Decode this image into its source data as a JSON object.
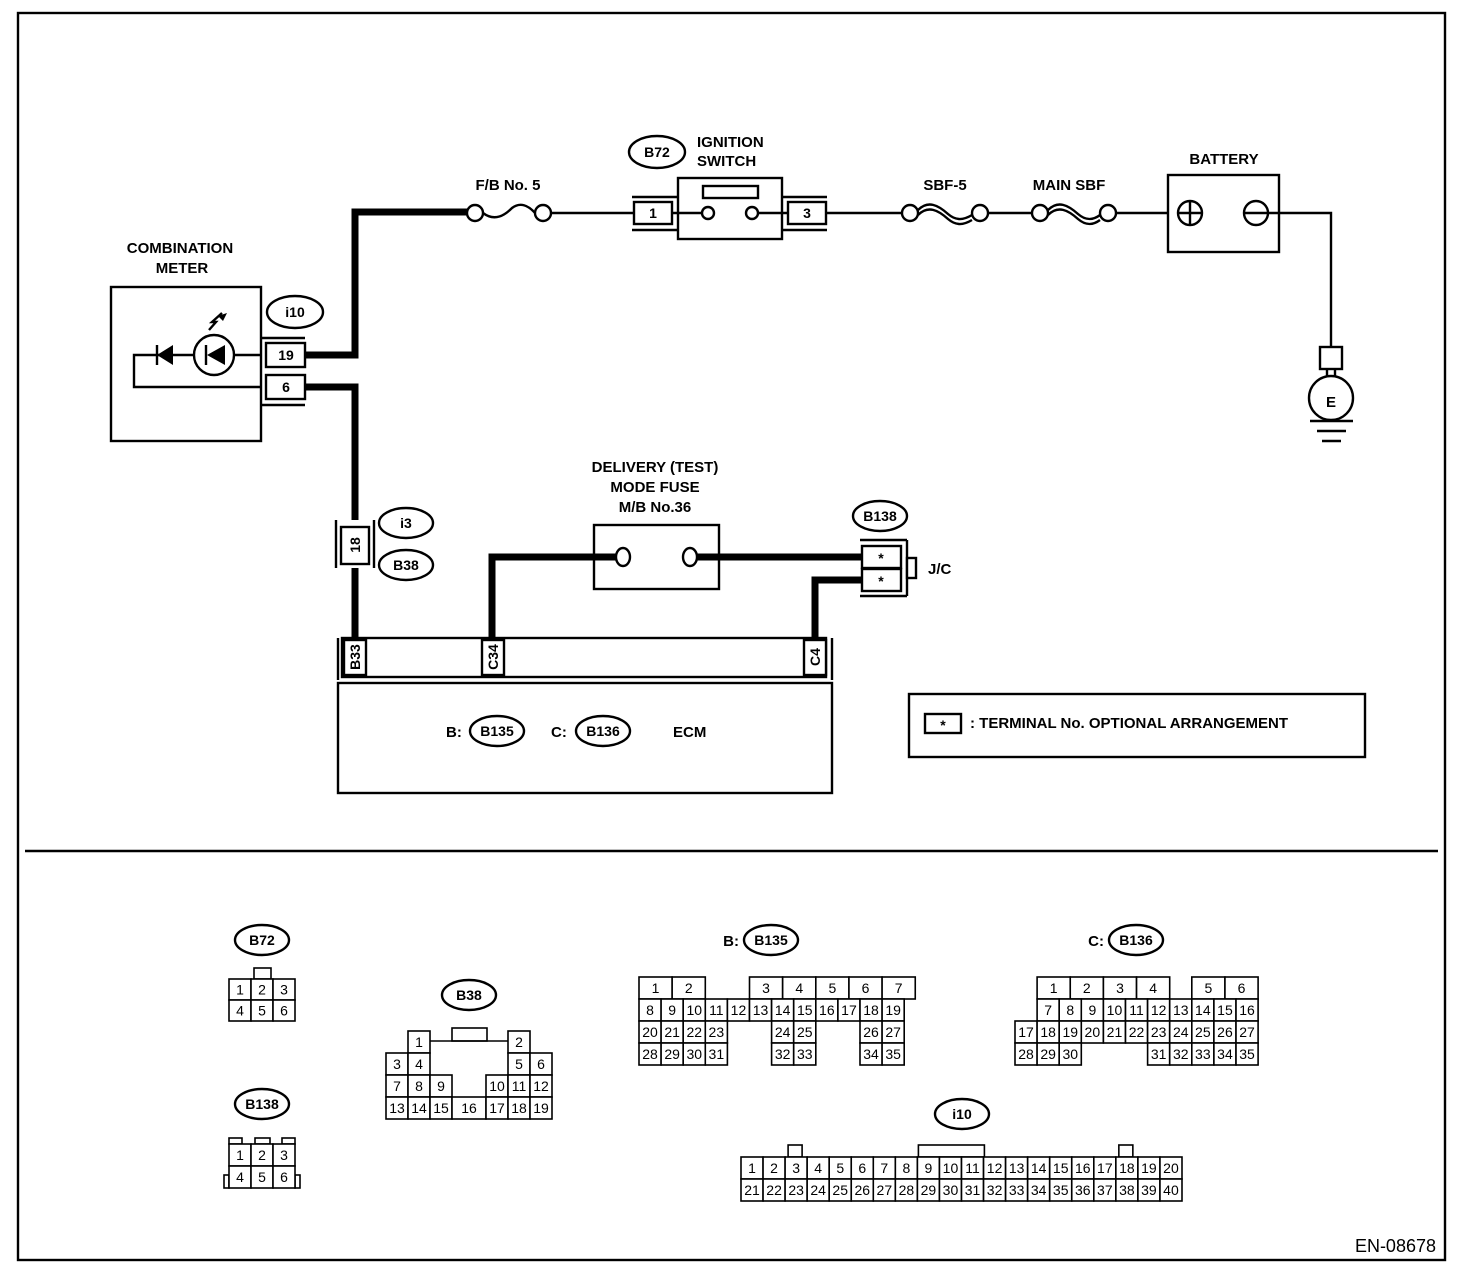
{
  "figure_id": "EN-08678",
  "components": {
    "combination_meter": {
      "label_line1": "COMBINATION",
      "label_line2": "METER",
      "connector": "i10",
      "pins": [
        "19",
        "6"
      ]
    },
    "fuse_fb5": {
      "label": "F/B No. 5"
    },
    "ignition_switch": {
      "connector": "B72",
      "label_line1": "IGNITION",
      "label_line2": "SWITCH",
      "pins": [
        "1",
        "3"
      ]
    },
    "sbf5": {
      "label": "SBF-5"
    },
    "main_sbf": {
      "label": "MAIN SBF"
    },
    "battery": {
      "label": "BATTERY",
      "pos_symbol": "+",
      "neg_symbol": "−"
    },
    "ground": {
      "label": "E"
    },
    "junction_i3": {
      "connector_top": "i3",
      "connector_bottom": "B38",
      "pin": "18"
    },
    "delivery_fuse": {
      "label_line1": "DELIVERY (TEST)",
      "label_line2": "MODE FUSE",
      "label_line3": "M/B No.36"
    },
    "joint_connector": {
      "connector": "B138",
      "label": "J/C",
      "pins": [
        "*",
        "*"
      ]
    },
    "ecm": {
      "label": "ECM",
      "prefix_b": "B:",
      "connector_b": "B135",
      "prefix_c": "C:",
      "connector_c": "B136",
      "pins": [
        "B33",
        "C34",
        "C4"
      ]
    },
    "legend": {
      "symbol": "*",
      "text": ": TERMINAL No. OPTIONAL ARRANGEMENT"
    }
  },
  "connector_views": {
    "B72": {
      "label": "B72",
      "rows": [
        [
          "1",
          "2",
          "3"
        ],
        [
          "4",
          "5",
          "6"
        ]
      ]
    },
    "B138": {
      "label": "B138",
      "rows": [
        [
          "1",
          "2",
          "3"
        ],
        [
          "4",
          "5",
          "6"
        ]
      ]
    },
    "B38": {
      "label": "B38",
      "rows": [
        [
          "1",
          "2"
        ],
        [
          "3",
          "4",
          "5",
          "6"
        ],
        [
          "7",
          "8",
          "9",
          "10",
          "11",
          "12"
        ],
        [
          "13",
          "14",
          "15",
          "16",
          "17",
          "18",
          "19"
        ]
      ]
    },
    "B135": {
      "prefix": "B:",
      "label": "B135",
      "rows": [
        [
          "1",
          "2",
          "3",
          "4",
          "5",
          "6",
          "7"
        ],
        [
          "8",
          "9",
          "10",
          "11",
          "12",
          "13",
          "14",
          "15",
          "16",
          "17",
          "18",
          "19"
        ],
        [
          "20",
          "21",
          "22",
          "23",
          "24",
          "25",
          "26",
          "27"
        ],
        [
          "28",
          "29",
          "30",
          "31",
          "32",
          "33",
          "34",
          "35"
        ]
      ]
    },
    "B136": {
      "prefix": "C:",
      "label": "B136",
      "rows": [
        [
          "1",
          "2",
          "3",
          "4",
          "5",
          "6"
        ],
        [
          "7",
          "8",
          "9",
          "10",
          "11",
          "12",
          "13",
          "14",
          "15",
          "16"
        ],
        [
          "17",
          "18",
          "19",
          "20",
          "21",
          "22",
          "23",
          "24",
          "25",
          "26",
          "27"
        ],
        [
          "28",
          "29",
          "30",
          "31",
          "32",
          "33",
          "34",
          "35"
        ]
      ]
    },
    "i10": {
      "label": "i10",
      "rows": [
        [
          "1",
          "2",
          "3",
          "4",
          "5",
          "6",
          "7",
          "8",
          "9",
          "10",
          "11",
          "12",
          "13",
          "14",
          "15",
          "16",
          "17",
          "18",
          "19",
          "20"
        ],
        [
          "21",
          "22",
          "23",
          "24",
          "25",
          "26",
          "27",
          "28",
          "29",
          "30",
          "31",
          "32",
          "33",
          "34",
          "35",
          "36",
          "37",
          "38",
          "39",
          "40"
        ]
      ]
    }
  }
}
